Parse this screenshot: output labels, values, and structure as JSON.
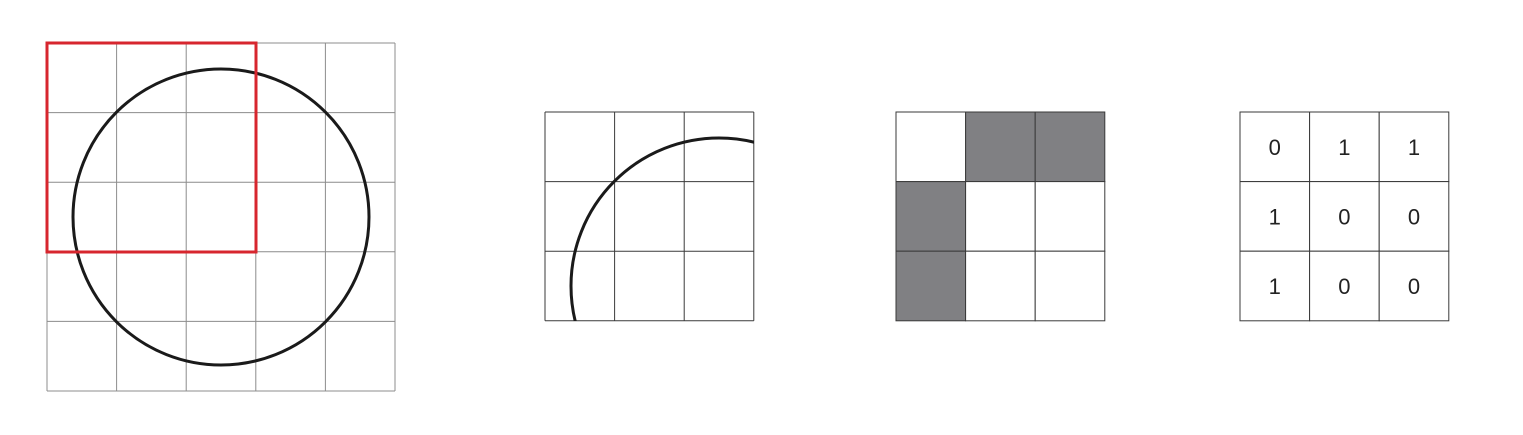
{
  "colors": {
    "grid_line_light": "#8c8c8c",
    "grid_line_dark": "#3a3a3a",
    "circle_stroke": "#1a1a1a",
    "highlight_window": "#d7262e",
    "filled_cell": "#808083",
    "empty_cell": "#ffffff",
    "text": "#222222"
  },
  "panels": {
    "full_grid": {
      "rows": 5,
      "cols": 5,
      "shape": "circle",
      "highlight": "3x3 window at top-left"
    },
    "zoomed_window": {
      "rows": 3,
      "cols": 3,
      "shape": "arc"
    },
    "filled_cells": {
      "rows": 3,
      "cols": 3,
      "cells": [
        [
          0,
          1,
          1
        ],
        [
          1,
          0,
          0
        ],
        [
          1,
          0,
          0
        ]
      ]
    },
    "binary_matrix": {
      "rows": 3,
      "cols": 3,
      "values": [
        [
          "0",
          "1",
          "1"
        ],
        [
          "1",
          "0",
          "0"
        ],
        [
          "1",
          "0",
          "0"
        ]
      ]
    }
  }
}
